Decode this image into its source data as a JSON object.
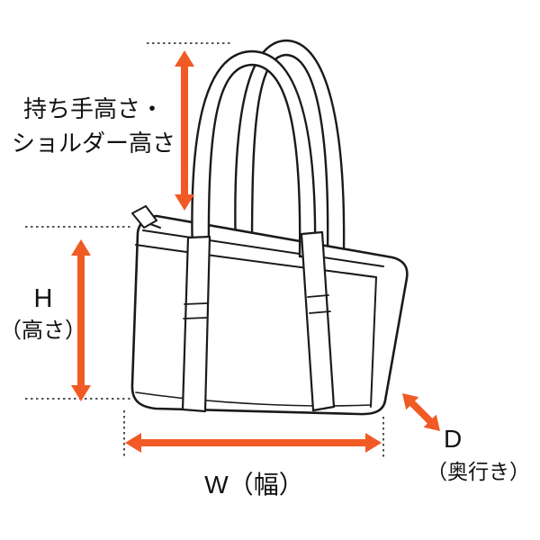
{
  "colors": {
    "arrow": "#F15A24",
    "ink": "#1A1A1A",
    "guide": "#3D3D3D"
  },
  "labels": {
    "handle_height_line1": "持ち手高さ・",
    "handle_height_line2": "ショルダー高さ",
    "height_letter": "H",
    "height_caption": "（高さ）",
    "width": "W（幅）",
    "depth_letter": "D",
    "depth_caption": "（奥行き）"
  },
  "illustration": {
    "subject": "boston-bag-line-drawing"
  }
}
